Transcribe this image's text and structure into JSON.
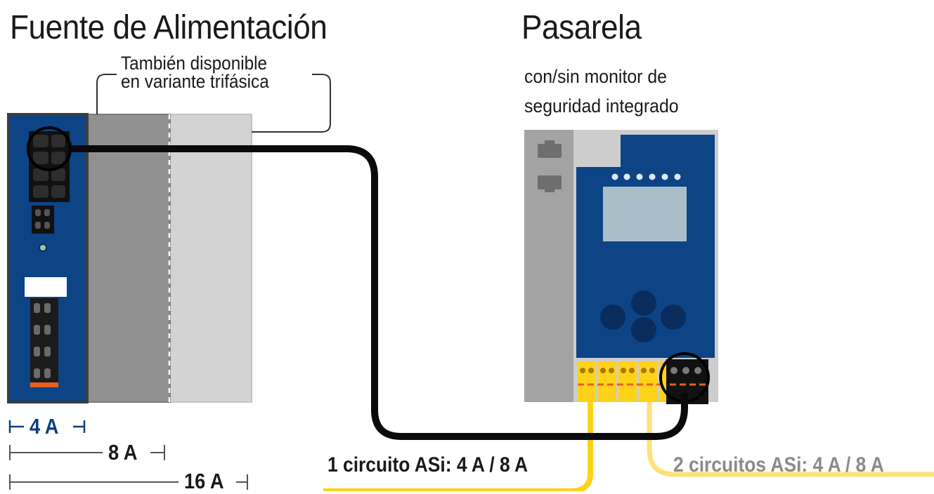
{
  "power_supply": {
    "title": "Fuente de Alimentación",
    "note_line1": "También disponible",
    "note_line2": "en variante trifásica"
  },
  "gateway": {
    "title": "Pasarela",
    "subtitle_line1": "con/sin monitor de",
    "subtitle_line2": "seguridad integrado"
  },
  "current_ratings": {
    "small": "4 A",
    "medium": "8 A",
    "large": "16 A"
  },
  "circuits": {
    "one": "1 circuito ASi: 4 A / 8 A",
    "two": "2 circuitos ASi: 4 A / 8 A"
  },
  "colors": {
    "device_blue": "#0c4486",
    "gray_dark": "#8e8e8e",
    "gray_light": "#cfcfcf",
    "cable_black": "#0a0a0a",
    "asi_yellow": "#ffd21a",
    "asi_yellow_light": "#fbe27a",
    "connector_orange": "#e8601c",
    "display_gray": "#a9bfc8"
  },
  "icons": [
    "ethernet-port-icon",
    "led-indicator-icon",
    "navigation-button-icon"
  ]
}
